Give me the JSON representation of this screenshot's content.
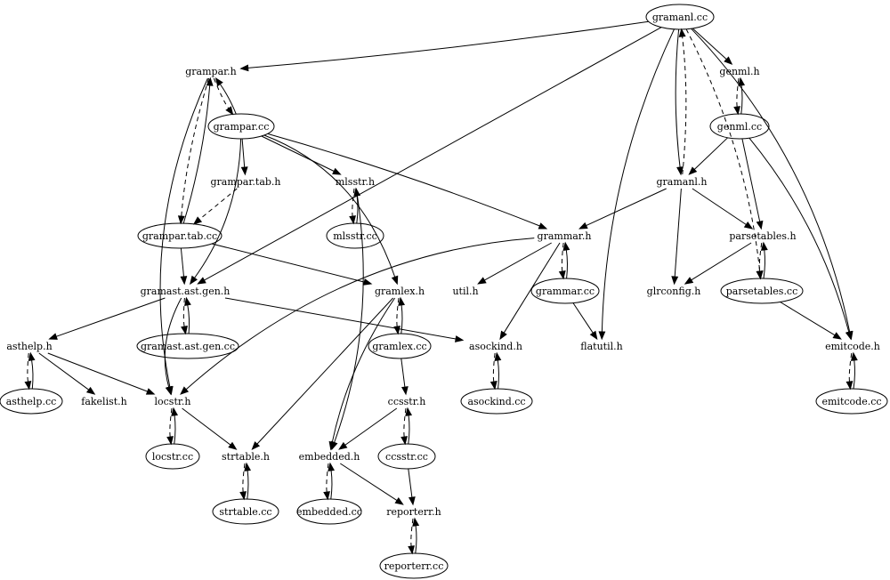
{
  "graph": {
    "nodes": [
      {
        "id": "gramanl_cc",
        "label": "gramanl.cc",
        "shape": "ellipse"
      },
      {
        "id": "grampar_h",
        "label": "grampar.h",
        "shape": "plain"
      },
      {
        "id": "genml_h",
        "label": "genml.h",
        "shape": "plain"
      },
      {
        "id": "grampar_cc",
        "label": "grampar.cc",
        "shape": "ellipse"
      },
      {
        "id": "genml_cc",
        "label": "genml.cc",
        "shape": "ellipse"
      },
      {
        "id": "grampar_tab_h",
        "label": "grampar.tab.h",
        "shape": "plain"
      },
      {
        "id": "mlsstr_h",
        "label": "mlsstr.h",
        "shape": "plain"
      },
      {
        "id": "gramanl_h",
        "label": "gramanl.h",
        "shape": "plain"
      },
      {
        "id": "grampar_tab_cc",
        "label": "grampar.tab.cc",
        "shape": "ellipse"
      },
      {
        "id": "mlsstr_cc",
        "label": "mlsstr.cc",
        "shape": "ellipse"
      },
      {
        "id": "grammar_h",
        "label": "grammar.h",
        "shape": "plain"
      },
      {
        "id": "parsetables_h",
        "label": "parsetables.h",
        "shape": "plain"
      },
      {
        "id": "gramast_ast_gen_h",
        "label": "gramast.ast.gen.h",
        "shape": "plain"
      },
      {
        "id": "gramlex_h",
        "label": "gramlex.h",
        "shape": "plain"
      },
      {
        "id": "util_h",
        "label": "util.h",
        "shape": "plain"
      },
      {
        "id": "grammar_cc",
        "label": "grammar.cc",
        "shape": "ellipse"
      },
      {
        "id": "glrconfig_h",
        "label": "glrconfig.h",
        "shape": "plain"
      },
      {
        "id": "parsetables_cc",
        "label": "parsetables.cc",
        "shape": "ellipse"
      },
      {
        "id": "gramast_ast_gen_cc",
        "label": "gramast.ast.gen.cc",
        "shape": "ellipse"
      },
      {
        "id": "asthelp_h",
        "label": "asthelp.h",
        "shape": "plain"
      },
      {
        "id": "gramlex_cc",
        "label": "gramlex.cc",
        "shape": "ellipse"
      },
      {
        "id": "asockind_h",
        "label": "asockind.h",
        "shape": "plain"
      },
      {
        "id": "flatutil_h",
        "label": "flatutil.h",
        "shape": "plain"
      },
      {
        "id": "emitcode_h",
        "label": "emitcode.h",
        "shape": "plain"
      },
      {
        "id": "asthelp_cc",
        "label": "asthelp.cc",
        "shape": "ellipse"
      },
      {
        "id": "fakelist_h",
        "label": "fakelist.h",
        "shape": "plain"
      },
      {
        "id": "locstr_h",
        "label": "locstr.h",
        "shape": "plain"
      },
      {
        "id": "ccsstr_h",
        "label": "ccsstr.h",
        "shape": "plain"
      },
      {
        "id": "asockind_cc",
        "label": "asockind.cc",
        "shape": "ellipse"
      },
      {
        "id": "emitcode_cc",
        "label": "emitcode.cc",
        "shape": "ellipse"
      },
      {
        "id": "locstr_cc",
        "label": "locstr.cc",
        "shape": "ellipse"
      },
      {
        "id": "strtable_h",
        "label": "strtable.h",
        "shape": "plain"
      },
      {
        "id": "embedded_h",
        "label": "embedded.h",
        "shape": "plain"
      },
      {
        "id": "ccsstr_cc",
        "label": "ccsstr.cc",
        "shape": "ellipse"
      },
      {
        "id": "strtable_cc",
        "label": "strtable.cc",
        "shape": "ellipse"
      },
      {
        "id": "embedded_cc",
        "label": "embedded.cc",
        "shape": "ellipse"
      },
      {
        "id": "reporterr_h",
        "label": "reporterr.h",
        "shape": "plain"
      },
      {
        "id": "reporterr_cc",
        "label": "reporterr.cc",
        "shape": "ellipse"
      }
    ],
    "edges": [
      {
        "from": "gramanl_cc",
        "to": "grampar_h",
        "style": "solid"
      },
      {
        "from": "gramanl_cc",
        "to": "gramast_ast_gen_h",
        "style": "solid"
      },
      {
        "from": "gramanl_cc",
        "to": "genml_h",
        "style": "solid"
      },
      {
        "from": "gramanl_cc",
        "to": "gramanl_h",
        "style": "solid"
      },
      {
        "from": "gramanl_cc",
        "to": "flatutil_h",
        "style": "solid"
      },
      {
        "from": "gramanl_cc",
        "to": "parsetables_cc",
        "style": "dashed"
      },
      {
        "from": "gramanl_cc",
        "to": "emitcode_h",
        "style": "solid"
      },
      {
        "from": "gramanl_h",
        "to": "gramanl_cc",
        "style": "dashed"
      },
      {
        "from": "grampar_h",
        "to": "grampar_cc",
        "style": "dashed"
      },
      {
        "from": "grampar_h",
        "to": "grampar_tab_cc",
        "style": "dashed"
      },
      {
        "from": "grampar_h",
        "to": "locstr_h",
        "style": "solid"
      },
      {
        "from": "grampar_cc",
        "to": "grampar_h",
        "style": "solid"
      },
      {
        "from": "grampar_cc",
        "to": "grampar_tab_h",
        "style": "solid"
      },
      {
        "from": "grampar_cc",
        "to": "mlsstr_h",
        "style": "solid"
      },
      {
        "from": "grampar_cc",
        "to": "grammar_h",
        "style": "solid"
      },
      {
        "from": "grampar_cc",
        "to": "gramast_ast_gen_h",
        "style": "solid"
      },
      {
        "from": "grampar_cc",
        "to": "gramlex_h",
        "style": "solid"
      },
      {
        "from": "grampar_tab_h",
        "to": "grampar_tab_cc",
        "style": "dashed"
      },
      {
        "from": "grampar_tab_cc",
        "to": "grampar_h",
        "style": "solid"
      },
      {
        "from": "grampar_tab_cc",
        "to": "gramast_ast_gen_h",
        "style": "solid"
      },
      {
        "from": "grampar_tab_cc",
        "to": "gramlex_h",
        "style": "solid"
      },
      {
        "from": "mlsstr_h",
        "to": "mlsstr_cc",
        "style": "dashed"
      },
      {
        "from": "mlsstr_cc",
        "to": "mlsstr_h",
        "style": "solid"
      },
      {
        "from": "mlsstr_h",
        "to": "embedded_h",
        "style": "solid"
      },
      {
        "from": "genml_h",
        "to": "genml_cc",
        "style": "dashed"
      },
      {
        "from": "genml_cc",
        "to": "genml_h",
        "style": "solid"
      },
      {
        "from": "genml_cc",
        "to": "gramanl_h",
        "style": "solid"
      },
      {
        "from": "genml_cc",
        "to": "parsetables_h",
        "style": "solid"
      },
      {
        "from": "genml_cc",
        "to": "emitcode_h",
        "style": "solid"
      },
      {
        "from": "gramanl_h",
        "to": "grammar_h",
        "style": "solid"
      },
      {
        "from": "gramanl_h",
        "to": "glrconfig_h",
        "style": "solid"
      },
      {
        "from": "gramanl_h",
        "to": "parsetables_h",
        "style": "solid"
      },
      {
        "from": "parsetables_h",
        "to": "glrconfig_h",
        "style": "solid"
      },
      {
        "from": "parsetables_h",
        "to": "parsetables_cc",
        "style": "dashed"
      },
      {
        "from": "parsetables_cc",
        "to": "parsetables_h",
        "style": "solid"
      },
      {
        "from": "parsetables_cc",
        "to": "emitcode_h",
        "style": "solid"
      },
      {
        "from": "grammar_h",
        "to": "util_h",
        "style": "solid"
      },
      {
        "from": "grammar_h",
        "to": "grammar_cc",
        "style": "dashed"
      },
      {
        "from": "grammar_cc",
        "to": "grammar_h",
        "style": "solid"
      },
      {
        "from": "grammar_h",
        "to": "asockind_h",
        "style": "solid"
      },
      {
        "from": "grammar_h",
        "to": "locstr_h",
        "style": "solid"
      },
      {
        "from": "grammar_cc",
        "to": "flatutil_h",
        "style": "solid"
      },
      {
        "from": "gramast_ast_gen_h",
        "to": "gramast_ast_gen_cc",
        "style": "dashed"
      },
      {
        "from": "gramast_ast_gen_cc",
        "to": "gramast_ast_gen_h",
        "style": "solid"
      },
      {
        "from": "gramast_ast_gen_h",
        "to": "asthelp_h",
        "style": "solid"
      },
      {
        "from": "gramast_ast_gen_h",
        "to": "locstr_h",
        "style": "solid"
      },
      {
        "from": "gramast_ast_gen_h",
        "to": "asockind_h",
        "style": "solid"
      },
      {
        "from": "gramlex_h",
        "to": "gramlex_cc",
        "style": "dashed"
      },
      {
        "from": "gramlex_cc",
        "to": "gramlex_h",
        "style": "solid"
      },
      {
        "from": "gramlex_h",
        "to": "strtable_h",
        "style": "solid"
      },
      {
        "from": "gramlex_h",
        "to": "embedded_h",
        "style": "solid"
      },
      {
        "from": "gramlex_cc",
        "to": "ccsstr_h",
        "style": "solid"
      },
      {
        "from": "asthelp_h",
        "to": "asthelp_cc",
        "style": "dashed"
      },
      {
        "from": "asthelp_cc",
        "to": "asthelp_h",
        "style": "solid"
      },
      {
        "from": "asthelp_h",
        "to": "fakelist_h",
        "style": "solid"
      },
      {
        "from": "asthelp_h",
        "to": "locstr_h",
        "style": "solid"
      },
      {
        "from": "asockind_h",
        "to": "asockind_cc",
        "style": "dashed"
      },
      {
        "from": "asockind_cc",
        "to": "asockind_h",
        "style": "solid"
      },
      {
        "from": "emitcode_h",
        "to": "emitcode_cc",
        "style": "dashed"
      },
      {
        "from": "emitcode_cc",
        "to": "emitcode_h",
        "style": "solid"
      },
      {
        "from": "locstr_h",
        "to": "locstr_cc",
        "style": "dashed"
      },
      {
        "from": "locstr_cc",
        "to": "locstr_h",
        "style": "solid"
      },
      {
        "from": "locstr_h",
        "to": "strtable_h",
        "style": "solid"
      },
      {
        "from": "ccsstr_h",
        "to": "embedded_h",
        "style": "solid"
      },
      {
        "from": "ccsstr_h",
        "to": "ccsstr_cc",
        "style": "dashed"
      },
      {
        "from": "ccsstr_cc",
        "to": "ccsstr_h",
        "style": "solid"
      },
      {
        "from": "ccsstr_cc",
        "to": "reporterr_h",
        "style": "solid"
      },
      {
        "from": "strtable_h",
        "to": "strtable_cc",
        "style": "dashed"
      },
      {
        "from": "strtable_cc",
        "to": "strtable_h",
        "style": "solid"
      },
      {
        "from": "embedded_h",
        "to": "embedded_cc",
        "style": "dashed"
      },
      {
        "from": "embedded_cc",
        "to": "embedded_h",
        "style": "solid"
      },
      {
        "from": "embedded_h",
        "to": "reporterr_h",
        "style": "solid"
      },
      {
        "from": "reporterr_h",
        "to": "reporterr_cc",
        "style": "dashed"
      },
      {
        "from": "reporterr_cc",
        "to": "reporterr_h",
        "style": "solid"
      }
    ]
  }
}
